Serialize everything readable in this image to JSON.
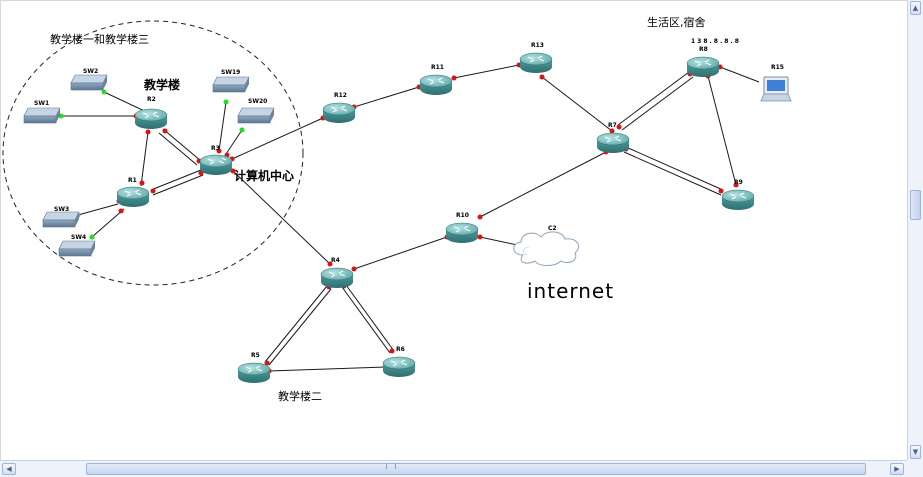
{
  "areas": {
    "campus_a": "教学楼一和教学楼三",
    "living": "生活区,宿舍",
    "building_two": "教学楼二"
  },
  "labels": {
    "teaching_building": "教学楼",
    "computer_center": "计算机中心",
    "internet": "internet"
  },
  "devices": {
    "sw2": "SW2",
    "sw1": "SW1",
    "sw19": "SW19",
    "sw20": "SW20",
    "sw3": "SW3",
    "sw4": "SW4",
    "r2": "R2",
    "r3": "R3",
    "r1": "R1",
    "r12": "R12",
    "r11": "R11",
    "r13": "R13",
    "r7": "R7",
    "r8": "R8",
    "r8_ip": "138.8.8.8",
    "r9": "R9",
    "r15": "R15",
    "r10": "R10",
    "c2": "C2",
    "r4": "R4",
    "r5": "R5",
    "r6": "R6"
  },
  "icons": {
    "router": "router-icon",
    "switch": "switch-icon",
    "cloud": "cloud-icon",
    "host": "laptop-icon"
  },
  "colors": {
    "router_body": "#4d9b9b",
    "switch_body": "#8fa6bc",
    "port_active": "#dd1111",
    "port_switch": "#22dd22",
    "link": "#1a1a1a"
  }
}
